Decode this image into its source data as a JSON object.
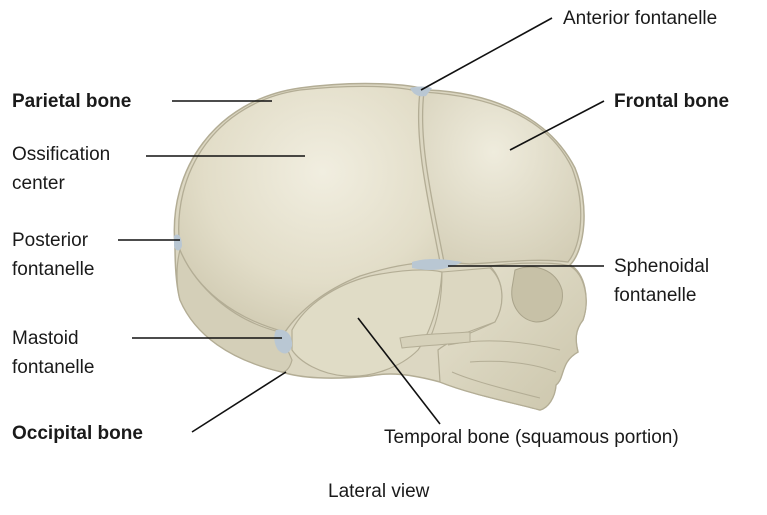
{
  "figure": {
    "caption": "Lateral view",
    "colors": {
      "bone_fill": "#e4e0cc",
      "bone_shadow": "#cfc9b1",
      "bone_outline": "#b3ad95",
      "fontanelle": "#b9c7d3",
      "leader_line": "#111111",
      "label_text": "#1a1a1a"
    },
    "labels": {
      "parietal_bone": "Parietal bone",
      "ossification_center": [
        "Ossification",
        "center"
      ],
      "posterior_fontanelle": [
        "Posterior",
        "fontanelle"
      ],
      "mastoid_fontanelle": [
        "Mastoid",
        "fontanelle"
      ],
      "occipital_bone": "Occipital bone",
      "anterior_fontanelle": "Anterior fontanelle",
      "frontal_bone": "Frontal bone",
      "sphenoidal_fontanelle": [
        "Sphenoidal",
        "fontanelle"
      ],
      "temporal_bone": "Temporal bone (squamous portion)"
    }
  }
}
